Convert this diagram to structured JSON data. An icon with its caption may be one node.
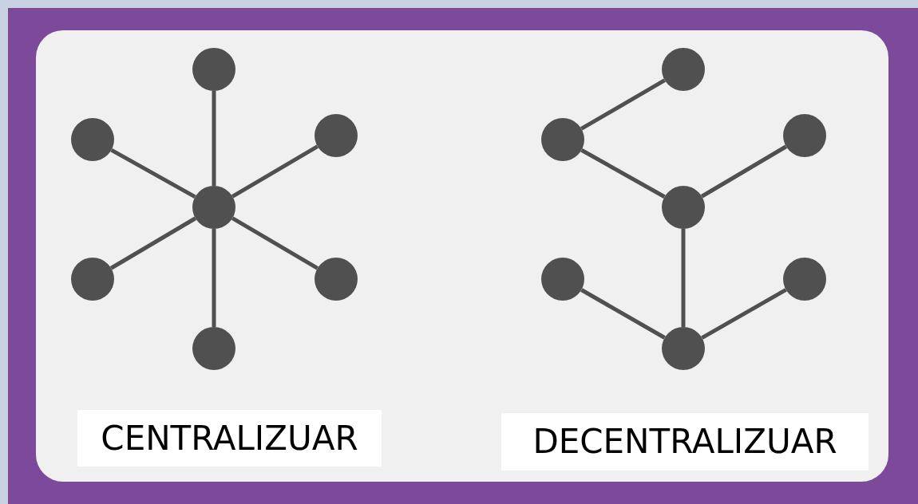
{
  "diagram": {
    "nodes": [
      {
        "text": [],
        "shape": "circle"
      },
      {
        "text": [],
        "shape": "circle"
      },
      {
        "text": [],
        "shape": "circle"
      },
      {
        "text": [],
        "shape": "circle"
      },
      {
        "text": [],
        "shape": "circle"
      },
      {
        "text": [],
        "shape": "circle"
      },
      {
        "text": [],
        "shape": "circle"
      },
      {
        "text": [],
        "shape": "circle"
      },
      {
        "text": [],
        "shape": "circle"
      },
      {
        "text": [],
        "shape": "circle"
      },
      {
        "text": [],
        "shape": "circle"
      },
      {
        "text": [],
        "shape": "circle"
      },
      {
        "text": [],
        "shape": "circle"
      },
      {
        "text": [],
        "shape": "circle"
      }
    ],
    "edges": [
      {
        "from": 3,
        "to": 0,
        "arrow": "none"
      },
      {
        "from": 3,
        "to": 1,
        "arrow": "none"
      },
      {
        "from": 3,
        "to": 2,
        "arrow": "none"
      },
      {
        "from": 3,
        "to": 4,
        "arrow": "none"
      },
      {
        "from": 3,
        "to": 5,
        "arrow": "none"
      },
      {
        "from": 3,
        "to": 6,
        "arrow": "none"
      },
      {
        "from": 8,
        "to": 7,
        "arrow": "none"
      },
      {
        "from": 8,
        "to": 10,
        "arrow": "none"
      },
      {
        "from": 10,
        "to": 9,
        "arrow": "none"
      },
      {
        "from": 10,
        "to": 13,
        "arrow": "none"
      },
      {
        "from": 11,
        "to": 13,
        "arrow": "none"
      },
      {
        "from": 13,
        "to": 12,
        "arrow": "none"
      }
    ],
    "labels": [
      "CENTRALIZUAR",
      "DECENTRALIZUAR"
    ]
  }
}
